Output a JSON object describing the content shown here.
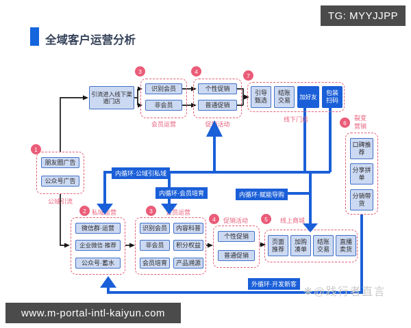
{
  "header": {
    "tg": "TG: MYYJJPP",
    "title": "全域客户运营分析"
  },
  "entry": {
    "label": "引流进入线下渠道门店"
  },
  "groups": {
    "g1": {
      "badge": "1",
      "name": "公域引流",
      "items": [
        "朋友圈广告",
        "公众号广告"
      ]
    },
    "g2": {
      "badge": "2",
      "name": "私域运营",
      "items": [
        "微信群·运营",
        "企业微信·推荐",
        "公众号·蓄水"
      ]
    },
    "g3_top": {
      "badge": "3",
      "name": "会员运营",
      "items": [
        "识别会员",
        "非会员"
      ]
    },
    "g4_top": {
      "badge": "4",
      "name": "促销活动",
      "items": [
        "个性促销",
        "普通促销"
      ]
    },
    "g7": {
      "badge": "7",
      "name": "线下门店",
      "items": [
        "引导甄选",
        "结账交易",
        "加好友",
        "包装扫码"
      ]
    },
    "g6": {
      "badge": "6",
      "name": "裂变营销",
      "items": [
        "口碑推荐",
        "分享拼单",
        "分销带货"
      ]
    },
    "g3_bottom": {
      "badge": "3",
      "name": "会员运营",
      "items": [
        "识别会员",
        "非会员",
        "会员培育",
        "内容科普",
        "积分权益",
        "产品溯源"
      ]
    },
    "g4_bottom": {
      "badge": "4",
      "name": "促销活动",
      "items": [
        "个性促销",
        "普通促销"
      ]
    },
    "g5": {
      "badge": "5",
      "name": "线上商城",
      "items": [
        "页面推荐",
        "加购凑单",
        "结账交易",
        "直播卖货"
      ]
    }
  },
  "edges": {
    "inner1": "内循环·公域引私域",
    "inner2": "内循环·会员培育",
    "inner3": "内循环·赋能导购",
    "outer": "外循环·开发新客"
  },
  "colors": {
    "accent_blue": "#1a5fd8",
    "node_fill": "#ccd9f2",
    "node_border": "#4070c8",
    "pink": "#e8607c",
    "dark_bar": "#4b4b4b"
  },
  "footer": {
    "url": "www.m-portal-intl-kaiyun.com",
    "watermark_icon": "❋",
    "watermark": "@践行者直言"
  }
}
